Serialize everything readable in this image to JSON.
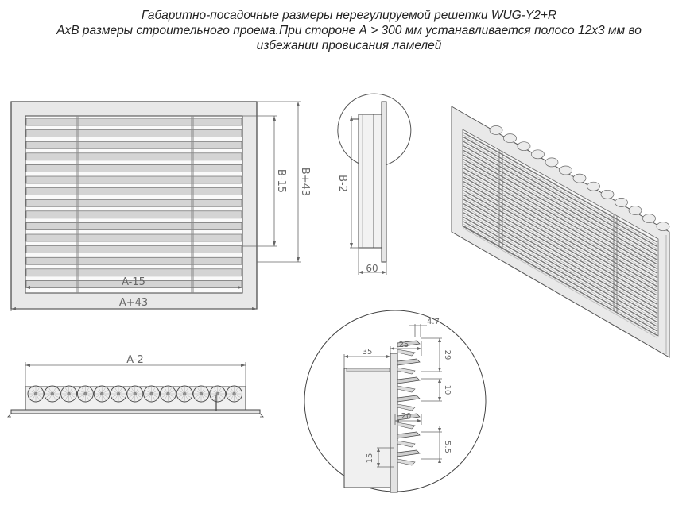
{
  "header": {
    "title": "Габаритно-посадочные размеры нерегулируемой решетки WUG-Y2+R",
    "subtitle_line1": "AxB размеры строительного проема.При стороне А > 300 мм устанавливается полосо 12х3 мм во",
    "subtitle_line2": "избежании провисания ламелей"
  },
  "front_view": {
    "dim_width_inner": "A-15",
    "dim_width_outer": "A+43",
    "dim_height_inner": "B-15",
    "dim_height_outer": "B+43"
  },
  "side_view": {
    "dim_height": "B-2",
    "dim_depth": "60"
  },
  "bottom_view": {
    "dim_width": "A-2"
  },
  "detail_view": {
    "dim_35": "35",
    "dim_25": "25",
    "dim_4_7": "4.7",
    "dim_29": "29",
    "dim_10": "10",
    "dim_20": "20",
    "dim_5_5": "5.5",
    "dim_15": "15"
  },
  "colors": {
    "frame_fill": "#e8e8e8",
    "line": "#444444",
    "dim_line": "#666666"
  }
}
